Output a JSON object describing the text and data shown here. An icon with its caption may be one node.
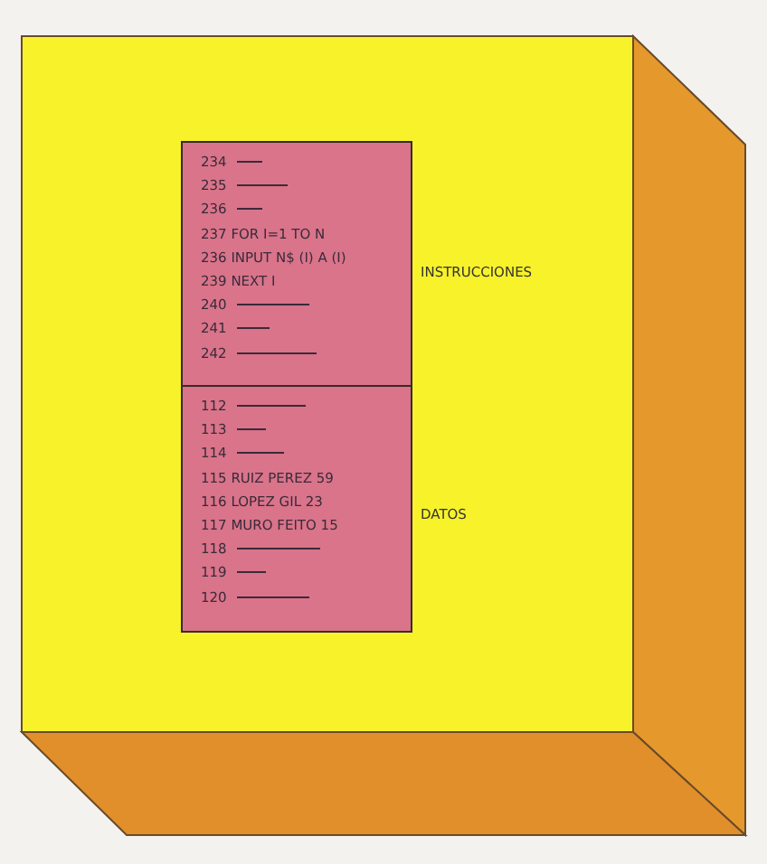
{
  "diagram": {
    "nodes": [
      {
        "text": [
          "INSTRUCCIONES",
          "234",
          "235",
          "236",
          "237 FOR I=1 TO N",
          "236 INPUT N$ (I) A (I)",
          "239 NEXT I",
          "240",
          "241",
          "242"
        ]
      },
      {
        "text": [
          "DATOS",
          "112",
          "113",
          "114",
          "115 RUIZ PEREZ 59",
          "116 LOPEZ GIL 23",
          "117 MURO FEITO 15",
          "118",
          "119",
          "120"
        ]
      }
    ],
    "edges": []
  }
}
